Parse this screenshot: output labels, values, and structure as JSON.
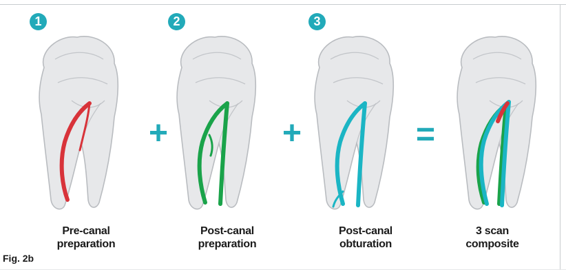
{
  "steps": [
    {
      "number": "1",
      "line1": "Pre-canal",
      "line2": "preparation",
      "canal_color": "#d8333a"
    },
    {
      "number": "2",
      "line1": "Post-canal",
      "line2": "preparation",
      "canal_color": "#1aa34a"
    },
    {
      "number": "3",
      "line1": "Post-canal",
      "line2": "obturation",
      "canal_color": "#1bb5c4"
    }
  ],
  "result": {
    "line1": "3 scan",
    "line2": "composite"
  },
  "operators": {
    "plus": "+",
    "equals": "="
  },
  "figure_label": "Fig. 2b",
  "colors": {
    "accent": "#22aab9",
    "tooth_fill": "#e7e8ea",
    "tooth_stroke": "#b9bcc0"
  }
}
